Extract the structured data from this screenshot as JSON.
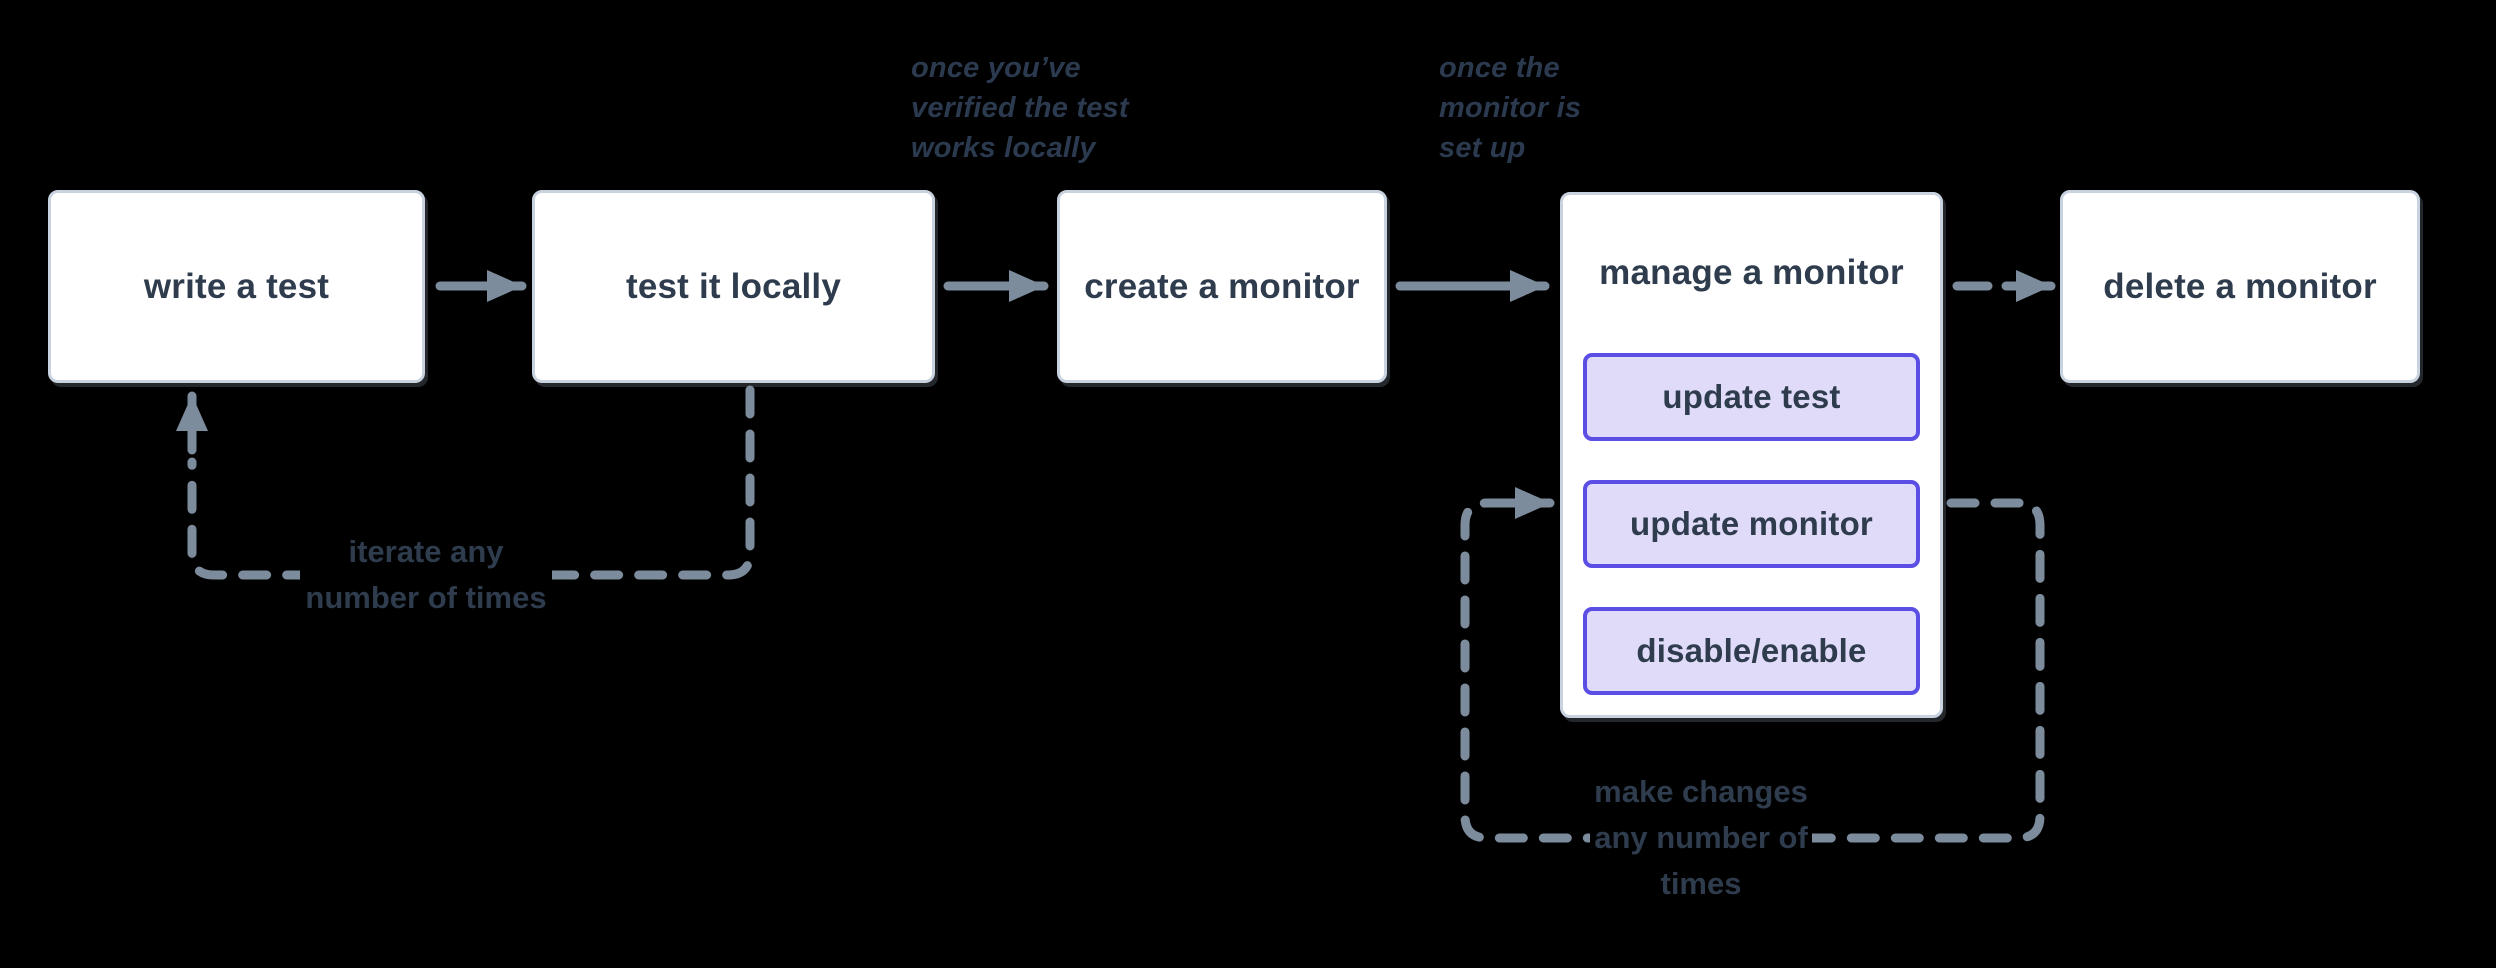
{
  "colors": {
    "background": "#000000",
    "node_fill": "#ffffff",
    "node_border": "#c9d3df",
    "node_text": "#2e3c4e",
    "arrow": "#7d8c9c",
    "sub_button_fill": "#e0dbf8",
    "sub_button_border": "#5a4ee4",
    "annotation_text": "#2b3a4f"
  },
  "nodes": {
    "write_test": {
      "label": "write a test"
    },
    "test_locally": {
      "label": "test it locally"
    },
    "create_monitor": {
      "label": "create a monitor"
    },
    "manage_monitor": {
      "label": "manage a monitor",
      "actions": {
        "update_test": "update test",
        "update_monitor": "update monitor",
        "disable_enable": "disable/enable"
      }
    },
    "delete_monitor": {
      "label": "delete a monitor"
    }
  },
  "annotations": {
    "verified": {
      "lines": [
        "once you’ve",
        "verified the test",
        "works locally"
      ]
    },
    "setup": {
      "lines": [
        "once the",
        "monitor is",
        "set up"
      ]
    }
  },
  "loops": {
    "iterate": {
      "lines": [
        "iterate any",
        "number of times"
      ]
    },
    "changes": {
      "lines": [
        "make changes",
        "any number of",
        "times"
      ]
    }
  }
}
